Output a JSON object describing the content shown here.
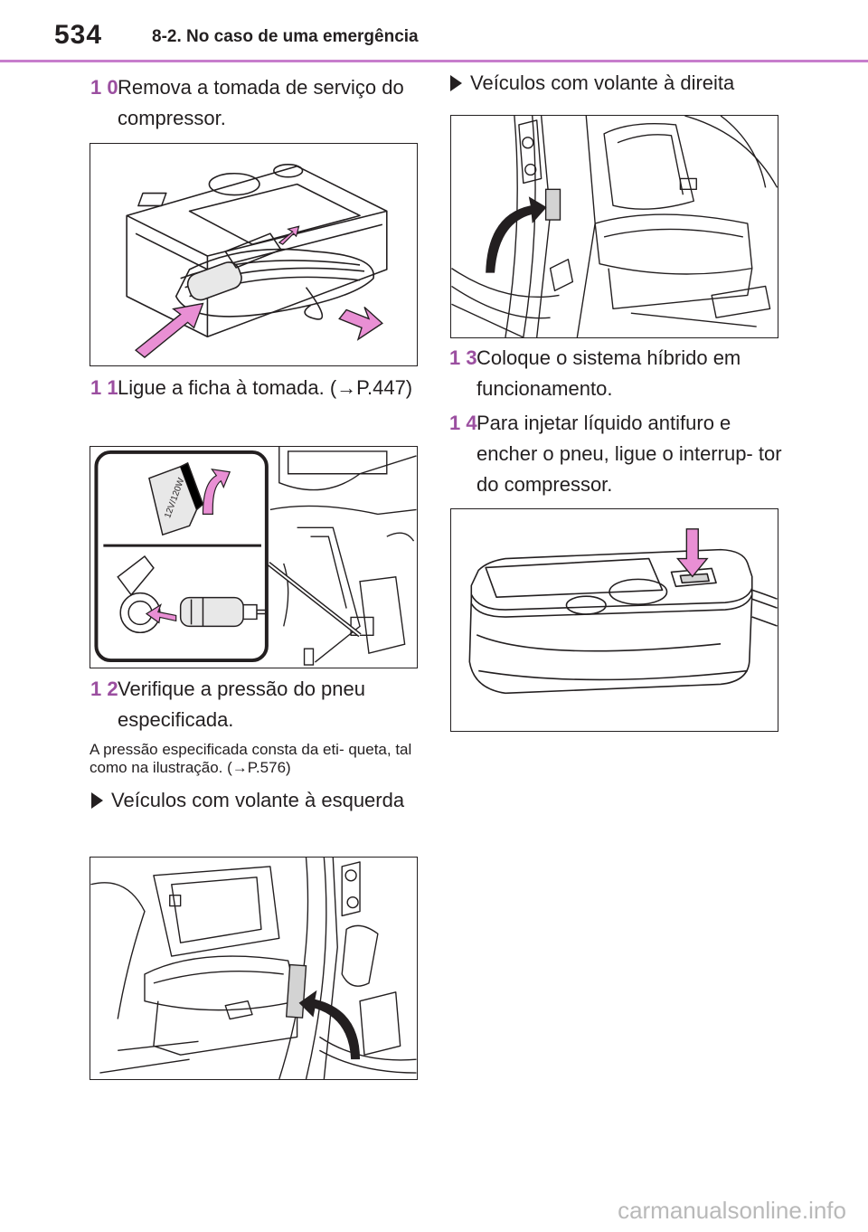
{
  "header": {
    "page_number": "534",
    "section": "8-2. No caso de uma emergência"
  },
  "steps": [
    {
      "num": "1 0",
      "text": "Remova a tomada de serviço do compressor."
    },
    {
      "num": "1 1",
      "text": "Ligue a ficha à tomada. (→P.447)"
    },
    {
      "num": "1 2",
      "text": "Verifique a pressão do pneu especificada."
    },
    {
      "num": "1 3",
      "text": "Coloque o sistema híbrido em funcionamento."
    },
    {
      "num": "1 4",
      "text": "Para injetar líquido antifuro e encher o pneu, ligue o interrup- tor do compressor."
    }
  ],
  "note": "A pressão especificada consta da eti- queta, tal como na ilustração. (→P.576)",
  "bullets": {
    "left_hand": "Veículos com volante à esquerda",
    "right_hand": "Veículos com volante à direita"
  },
  "figure_labels": {
    "plug_label": "12V/120W"
  },
  "footer": {
    "watermark": "carmanualsonline.info"
  }
}
